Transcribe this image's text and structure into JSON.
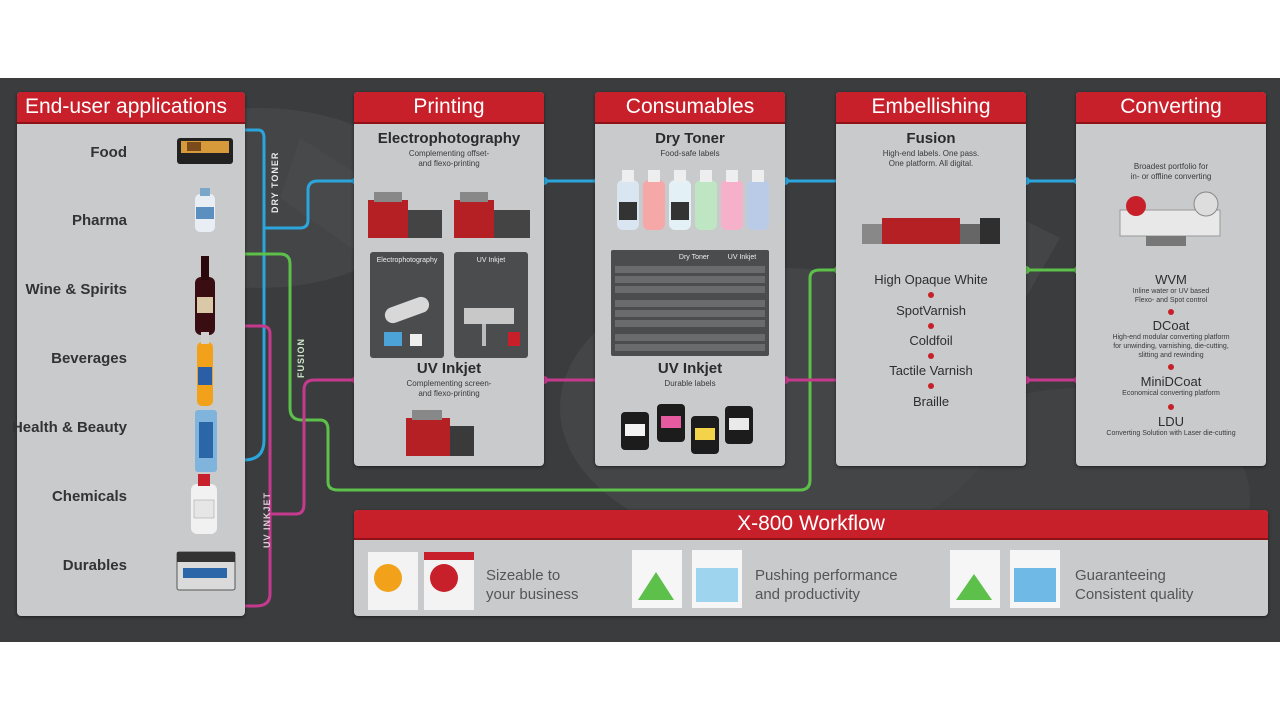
{
  "endUser": {
    "title": "End-user applications",
    "items": [
      "Food",
      "Pharma",
      "Wine & Spirits",
      "Beverages",
      "Health & Beauty",
      "Chemicals",
      "Durables"
    ]
  },
  "flowLabels": {
    "dryToner": "DRY TONER",
    "fusion": "FUSION",
    "uvInkjet": "UV INKJET"
  },
  "printing": {
    "title": "Printing",
    "electro": {
      "heading": "Electrophotography",
      "sub": "Complementing offset-\nand flexo-printing"
    },
    "uv": {
      "heading": "UV Inkjet",
      "sub": "Complementing screen-\nand flexo-printing"
    },
    "insetLeft": "Electrophotography",
    "insetRight": "UV Inkjet"
  },
  "consumables": {
    "title": "Consumables",
    "dry": {
      "heading": "Dry Toner",
      "sub": "Food-safe labels"
    },
    "uv": {
      "heading": "UV Inkjet",
      "sub": "Durable labels"
    },
    "tableHeaders": [
      "Dry Toner",
      "UV Inkjet"
    ]
  },
  "embellishing": {
    "title": "Embellishing",
    "heading": "Fusion",
    "sub": "High-end labels. One pass.\nOne platform. All digital.",
    "items": [
      "High Opaque White",
      "SpotVarnish",
      "Coldfoil",
      "Tactile Varnish",
      "Braille"
    ]
  },
  "converting": {
    "title": "Converting",
    "intro": "Broadest portfolio for\nin- or offline converting",
    "items": [
      {
        "name": "WVM",
        "desc": "Inline water or UV based\nFlexo- and Spot control"
      },
      {
        "name": "DCoat",
        "desc": "High-end modular converting platform\nfor unwinding, varnishing, die-cutting,\nslitting and rewinding"
      },
      {
        "name": "MiniDCoat",
        "desc": "Economical converting platform"
      },
      {
        "name": "LDU",
        "desc": "Converting Solution with Laser die-cutting"
      }
    ]
  },
  "workflow": {
    "title": "X-800 Workflow",
    "items": [
      {
        "line1": "Sizeable to",
        "line2": "your business"
      },
      {
        "line1": "Pushing performance",
        "line2": "and productivity"
      },
      {
        "line1": "Guaranteeing",
        "line2": "Consistent quality"
      }
    ]
  },
  "colors": {
    "accent": "#c8202a",
    "dryToner": "#2ba5dc",
    "fusion": "#5cc04a",
    "uvInkjet": "#c63a8e",
    "panel": "#c9cacc",
    "background": "#3a3b3d"
  }
}
